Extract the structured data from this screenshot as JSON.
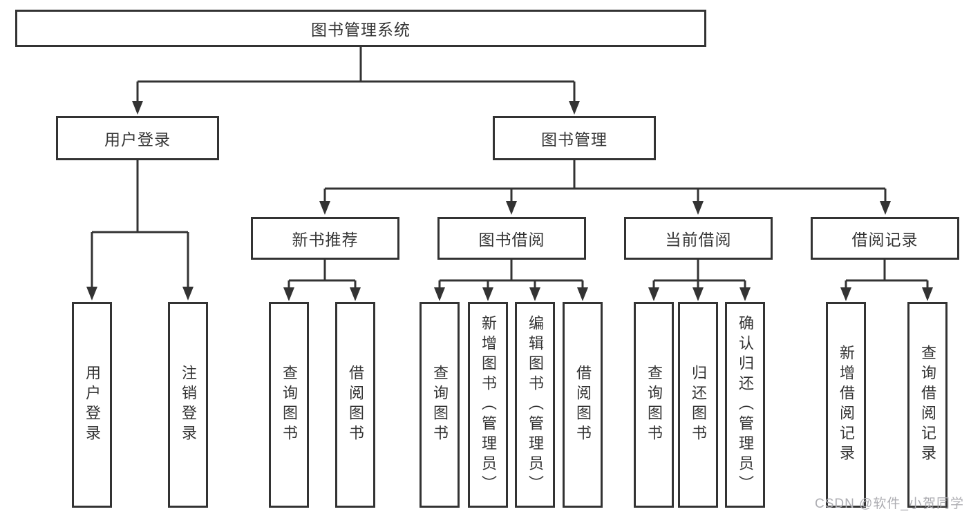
{
  "tree": {
    "label": "图书管理系统",
    "children": [
      {
        "label": "用户登录",
        "children": [
          {
            "label": "用户登录"
          },
          {
            "label": "注销登录"
          }
        ]
      },
      {
        "label": "图书管理",
        "children": [
          {
            "label": "新书推荐",
            "children": [
              {
                "label": "查询图书"
              },
              {
                "label": "借阅图书"
              }
            ]
          },
          {
            "label": "图书借阅",
            "children": [
              {
                "label": "查询图书"
              },
              {
                "label": "新增图书（管理员）"
              },
              {
                "label": "编辑图书（管理员）"
              },
              {
                "label": "借阅图书"
              }
            ]
          },
          {
            "label": "当前借阅",
            "children": [
              {
                "label": "查询图书"
              },
              {
                "label": "归还图书"
              },
              {
                "label": "确认归还（管理员）"
              }
            ]
          },
          {
            "label": "借阅记录",
            "children": [
              {
                "label": "新增借阅记录"
              },
              {
                "label": "查询借阅记录"
              }
            ]
          }
        ]
      }
    ]
  },
  "watermark": {
    "text": "CSDN @软件_小贺同学"
  },
  "colors": {
    "line": "#333333",
    "text": "#333333",
    "watermark": "#adadb2",
    "background": "#ffffff"
  }
}
